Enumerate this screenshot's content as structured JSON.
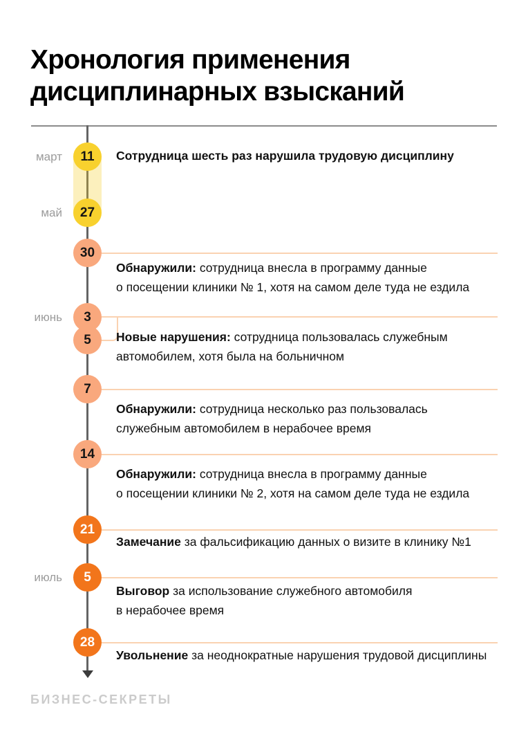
{
  "page": {
    "title_line1": "Хронология применения",
    "title_line2": "дисциплинарных взысканий",
    "footer_brand": "БИЗНЕС-СЕКРЕТЫ"
  },
  "colors": {
    "date_yellow": "#f8d12e",
    "date_yellow_band": "#fbf1c4",
    "date_peach": "#f9a87d",
    "date_orange": "#f2751b",
    "event_rule": "#fad2b1",
    "axis_gray": "#646464",
    "month_gray": "#9b9b9b"
  },
  "timeline": {
    "months": [
      {
        "label": "март"
      },
      {
        "label": "май"
      },
      {
        "label": "июнь"
      },
      {
        "label": "июль"
      }
    ],
    "dates": {
      "d11": "11",
      "d27": "27",
      "d30": "30",
      "d3": "3",
      "d5a": "5",
      "d7": "7",
      "d14": "14",
      "d21": "21",
      "d5b": "5",
      "d28": "28"
    },
    "events": [
      {
        "lead": "Сотрудница шесть раз нарушила трудовую дисциплину",
        "rest": ""
      },
      {
        "lead": "Обнаружили:",
        "rest": " сотрудница внесла в программу данные\nо посещении клиники № 1, хотя на самом деле туда не ездила"
      },
      {
        "lead": "Новые нарушения:",
        "rest": " сотрудница пользовалась служебным\nавтомобилем, хотя была на больничном"
      },
      {
        "lead": "Обнаружили:",
        "rest": " сотрудница несколько раз пользовалась\nслужебным автомобилем в нерабочее время"
      },
      {
        "lead": "Обнаружили:",
        "rest": " сотрудница внесла в программу данные\nо посещении клиники № 2, хотя на самом деле туда не ездила"
      },
      {
        "lead": "Замечание",
        "rest": " за фальсификацию данных о визите в клинику №1"
      },
      {
        "lead": "Выговор",
        "rest": " за использование служебного автомобиля\nв нерабочее время"
      },
      {
        "lead": "Увольнение",
        "rest": " за неоднократные нарушения трудовой дисциплины"
      }
    ]
  }
}
